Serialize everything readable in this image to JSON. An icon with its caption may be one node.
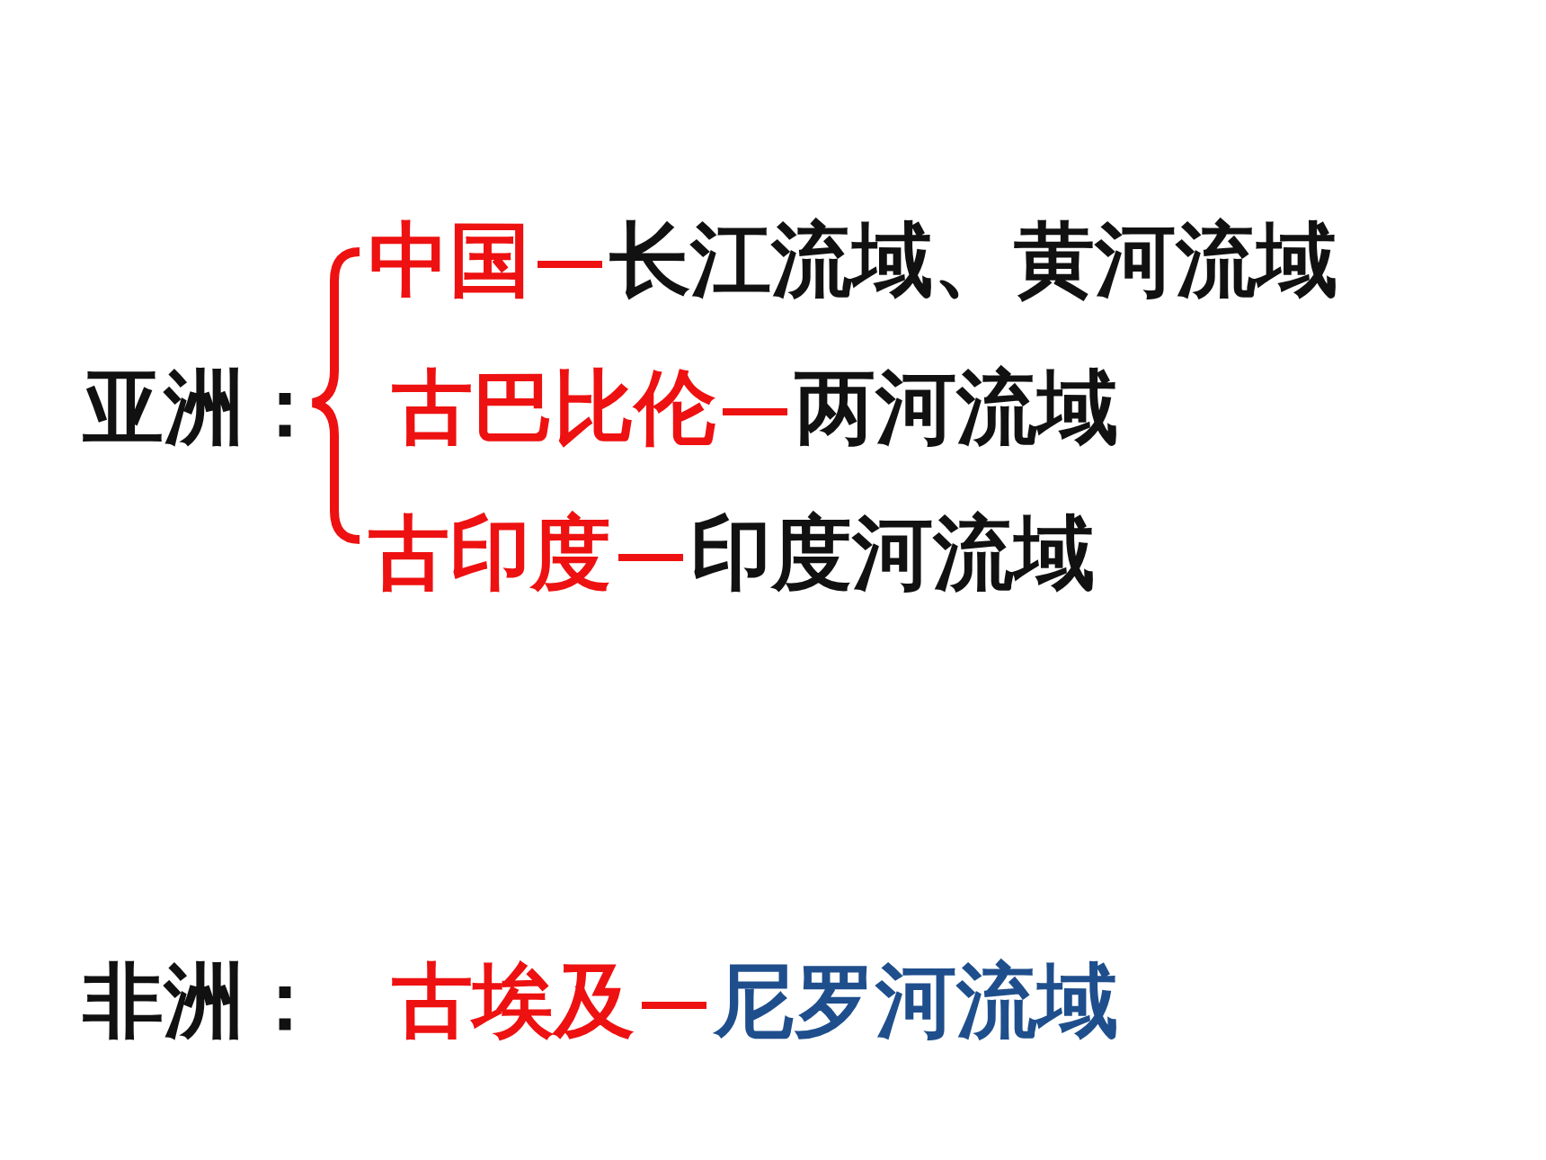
{
  "diagram": {
    "nodes": [
      {
        "text": [
          "中国"
        ]
      },
      {
        "text": [
          "长江流域、黄河流域"
        ]
      },
      {
        "text": [
          "古巴比伦"
        ]
      },
      {
        "text": [
          "两河流域"
        ]
      },
      {
        "text": [
          "古印度"
        ]
      },
      {
        "text": [
          "印度河流域"
        ]
      },
      {
        "text": [
          "古埃及"
        ]
      },
      {
        "text": [
          "尼罗河流域"
        ]
      }
    ],
    "edges": [
      {
        "from": 0,
        "to": 1,
        "arrow": "none"
      },
      {
        "from": 2,
        "to": 3,
        "arrow": "none"
      },
      {
        "from": 4,
        "to": 5,
        "arrow": "none"
      },
      {
        "from": 6,
        "to": 7,
        "arrow": "none"
      }
    ],
    "labels": [
      "亚洲：",
      "非洲："
    ]
  }
}
